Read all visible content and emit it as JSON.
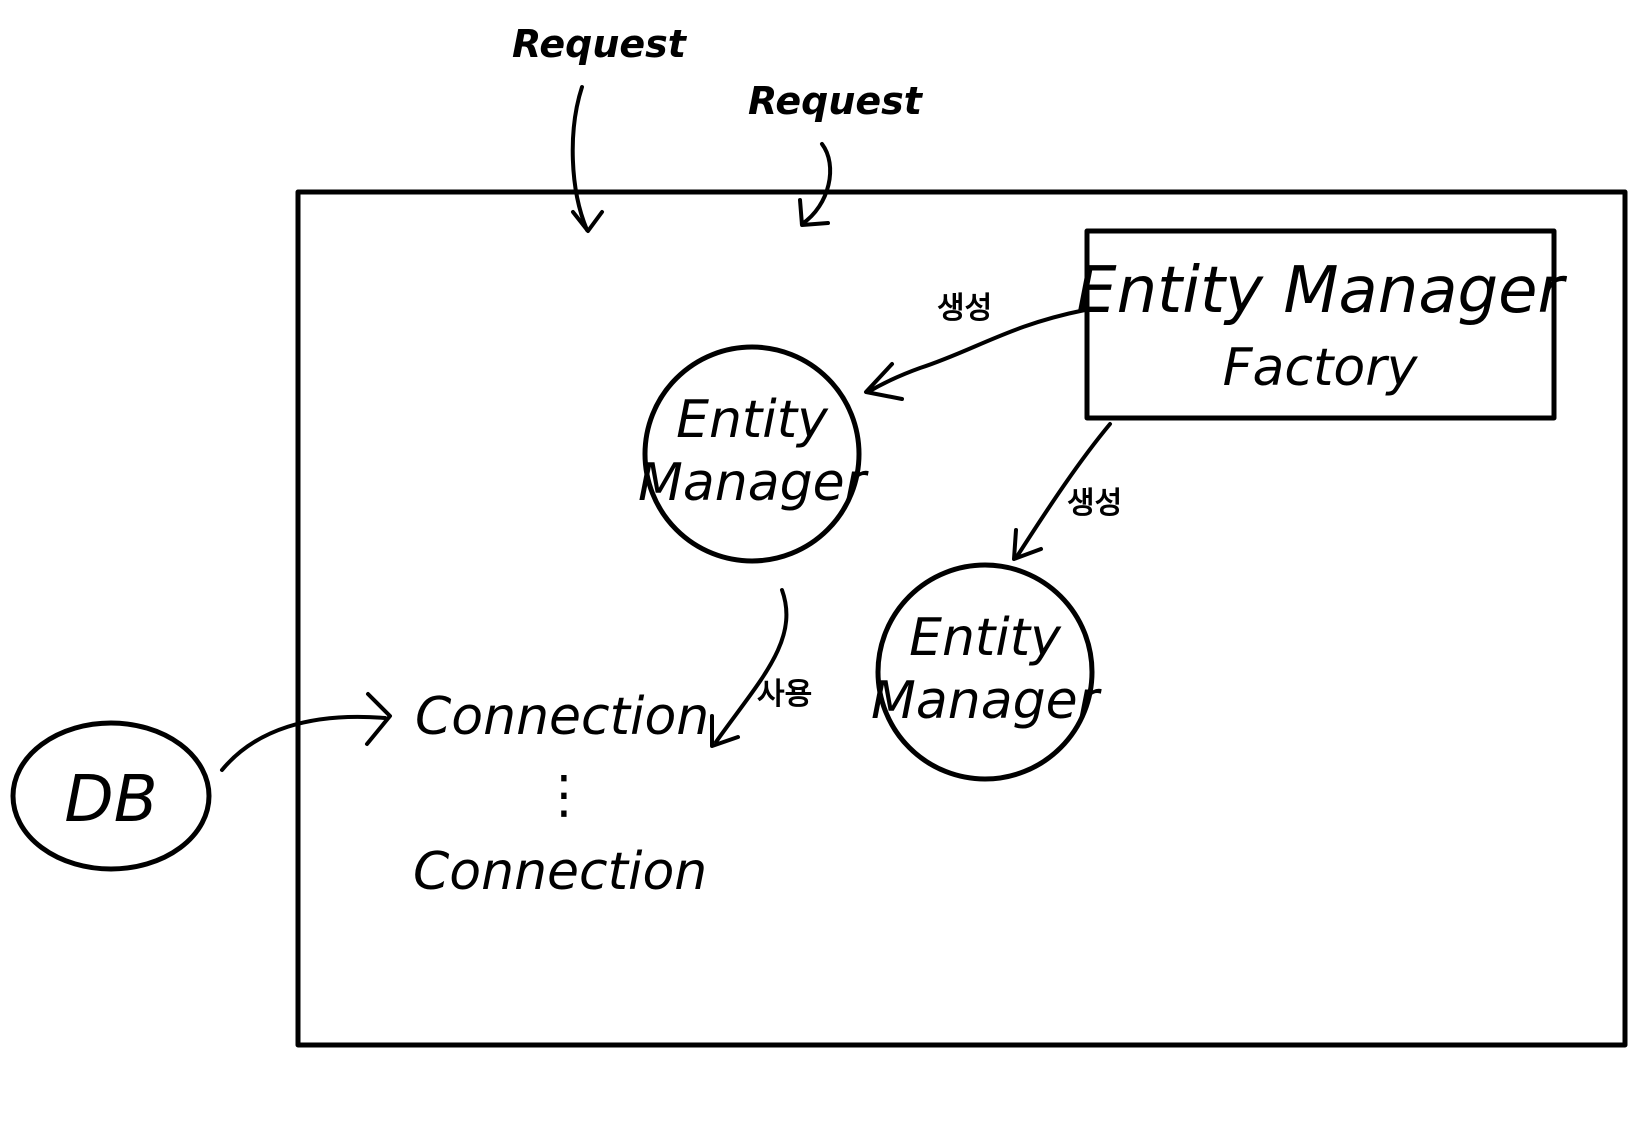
{
  "requests": [
    {
      "label": "Request"
    },
    {
      "label": "Request"
    }
  ],
  "factory": {
    "line1": "Entity Manager",
    "line2": "Factory"
  },
  "entity_managers": [
    {
      "line1": "Entity",
      "line2": "Manager"
    },
    {
      "line1": "Entity",
      "line2": "Manager"
    }
  ],
  "edges": {
    "create_1": "생성",
    "create_2": "생성",
    "use": "사용"
  },
  "connections": [
    {
      "label": "Connection"
    },
    {
      "label": "Connection"
    }
  ],
  "ellipsis": "⋮",
  "db": {
    "label": "DB"
  },
  "colors": {
    "ink": "#000000",
    "background": "#ffffff"
  }
}
